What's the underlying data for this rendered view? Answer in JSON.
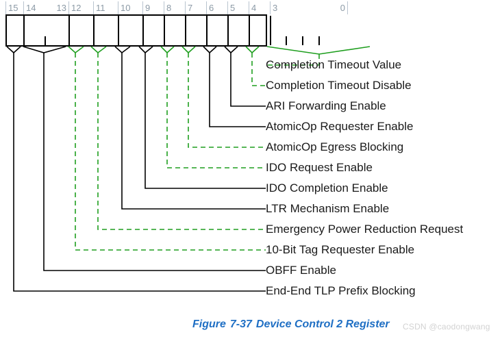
{
  "figure": {
    "caption_prefix": "Figure",
    "caption_number": "7-37",
    "caption_title": "Device Control 2 Register",
    "caption_color": "#1f6fc4",
    "watermark": "CSDN @caodongwang"
  },
  "colors": {
    "solid_leader": "#000000",
    "dashed_leader": "#1e9e1e",
    "bit_number": "#8c9aa6",
    "box_border": "#000000",
    "label_text": "#1a1a1a",
    "watermark": "#d2d2d2"
  },
  "register": {
    "name": "Device Control 2 Register",
    "width_bits": 16,
    "bit_numbers": [
      "15",
      "14",
      "13",
      "12",
      "11",
      "10",
      "9",
      "8",
      "7",
      "6",
      "5",
      "4",
      "3",
      "0"
    ],
    "cells": [
      {
        "id": "cell-15",
        "label": "15",
        "bit_high": 15,
        "bit_low": 15,
        "leader_style": "solid"
      },
      {
        "id": "cell-14-13",
        "label": "14 13",
        "bit_high": 14,
        "bit_low": 13,
        "leader_style": "solid"
      },
      {
        "id": "cell-12",
        "label": "12",
        "bit_high": 12,
        "bit_low": 12,
        "leader_style": "dashed"
      },
      {
        "id": "cell-11",
        "label": "11",
        "bit_high": 11,
        "bit_low": 11,
        "leader_style": "dashed"
      },
      {
        "id": "cell-10",
        "label": "10",
        "bit_high": 10,
        "bit_low": 10,
        "leader_style": "solid"
      },
      {
        "id": "cell-9",
        "label": "9",
        "bit_high": 9,
        "bit_low": 9,
        "leader_style": "solid"
      },
      {
        "id": "cell-8",
        "label": "8",
        "bit_high": 8,
        "bit_low": 8,
        "leader_style": "dashed"
      },
      {
        "id": "cell-7",
        "label": "7",
        "bit_high": 7,
        "bit_low": 7,
        "leader_style": "dashed"
      },
      {
        "id": "cell-6",
        "label": "6",
        "bit_high": 6,
        "bit_low": 6,
        "leader_style": "solid"
      },
      {
        "id": "cell-5",
        "label": "5",
        "bit_high": 5,
        "bit_low": 5,
        "leader_style": "solid"
      },
      {
        "id": "cell-4",
        "label": "4",
        "bit_high": 4,
        "bit_low": 4,
        "leader_style": "dashed"
      },
      {
        "id": "cell-3-0",
        "label": "3 .. 0",
        "bit_high": 3,
        "bit_low": 0,
        "leader_style": "dashed"
      }
    ],
    "fields": [
      {
        "name": "Completion Timeout Value",
        "bits": "3:0",
        "leader_style": "dashed"
      },
      {
        "name": "Completion Timeout Disable",
        "bits": "4",
        "leader_style": "dashed"
      },
      {
        "name": "ARI Forwarding Enable",
        "bits": "5",
        "leader_style": "solid"
      },
      {
        "name": "AtomicOp Requester Enable",
        "bits": "6",
        "leader_style": "solid"
      },
      {
        "name": "AtomicOp Egress Blocking",
        "bits": "7",
        "leader_style": "dashed"
      },
      {
        "name": "IDO Request Enable",
        "bits": "8",
        "leader_style": "dashed"
      },
      {
        "name": "IDO Completion Enable",
        "bits": "9",
        "leader_style": "solid"
      },
      {
        "name": "LTR Mechanism Enable",
        "bits": "10",
        "leader_style": "solid"
      },
      {
        "name": "Emergency Power Reduction Request",
        "bits": "11",
        "leader_style": "dashed"
      },
      {
        "name": "10-Bit Tag Requester Enable",
        "bits": "12",
        "leader_style": "dashed"
      },
      {
        "name": "OBFF Enable",
        "bits": "14:13",
        "leader_style": "solid"
      },
      {
        "name": "End-End TLP Prefix Blocking",
        "bits": "15",
        "leader_style": "solid"
      }
    ]
  }
}
